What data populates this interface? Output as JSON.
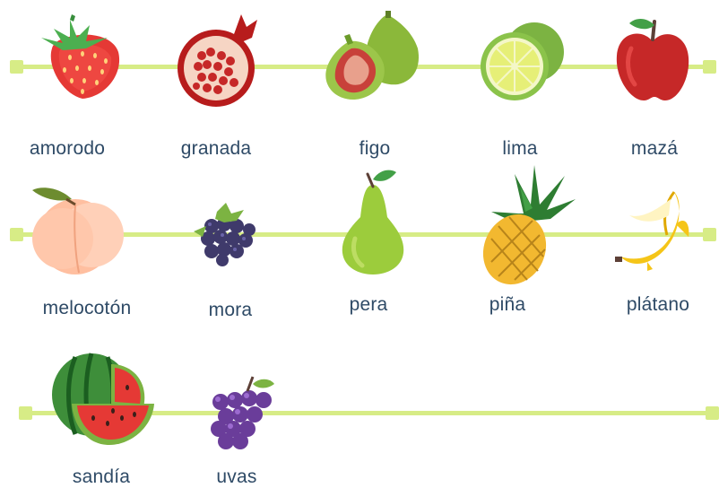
{
  "fruits": [
    {
      "name": "amorodo",
      "icon": "strawberry-icon"
    },
    {
      "name": "granada",
      "icon": "pomegranate-icon"
    },
    {
      "name": "figo",
      "icon": "fig-icon"
    },
    {
      "name": "lima",
      "icon": "lime-icon"
    },
    {
      "name": "mazá",
      "icon": "apple-icon"
    },
    {
      "name": "melocotón",
      "icon": "peach-icon"
    },
    {
      "name": "mora",
      "icon": "blackberry-icon"
    },
    {
      "name": "pera",
      "icon": "pear-icon"
    },
    {
      "name": "piña",
      "icon": "pineapple-icon"
    },
    {
      "name": "plátano",
      "icon": "banana-icon"
    },
    {
      "name": "sandía",
      "icon": "watermelon-icon"
    },
    {
      "name": "uvas",
      "icon": "grapes-icon"
    }
  ],
  "colors": {
    "rail": "#d7ec86",
    "label_text": "#2e4a66"
  }
}
